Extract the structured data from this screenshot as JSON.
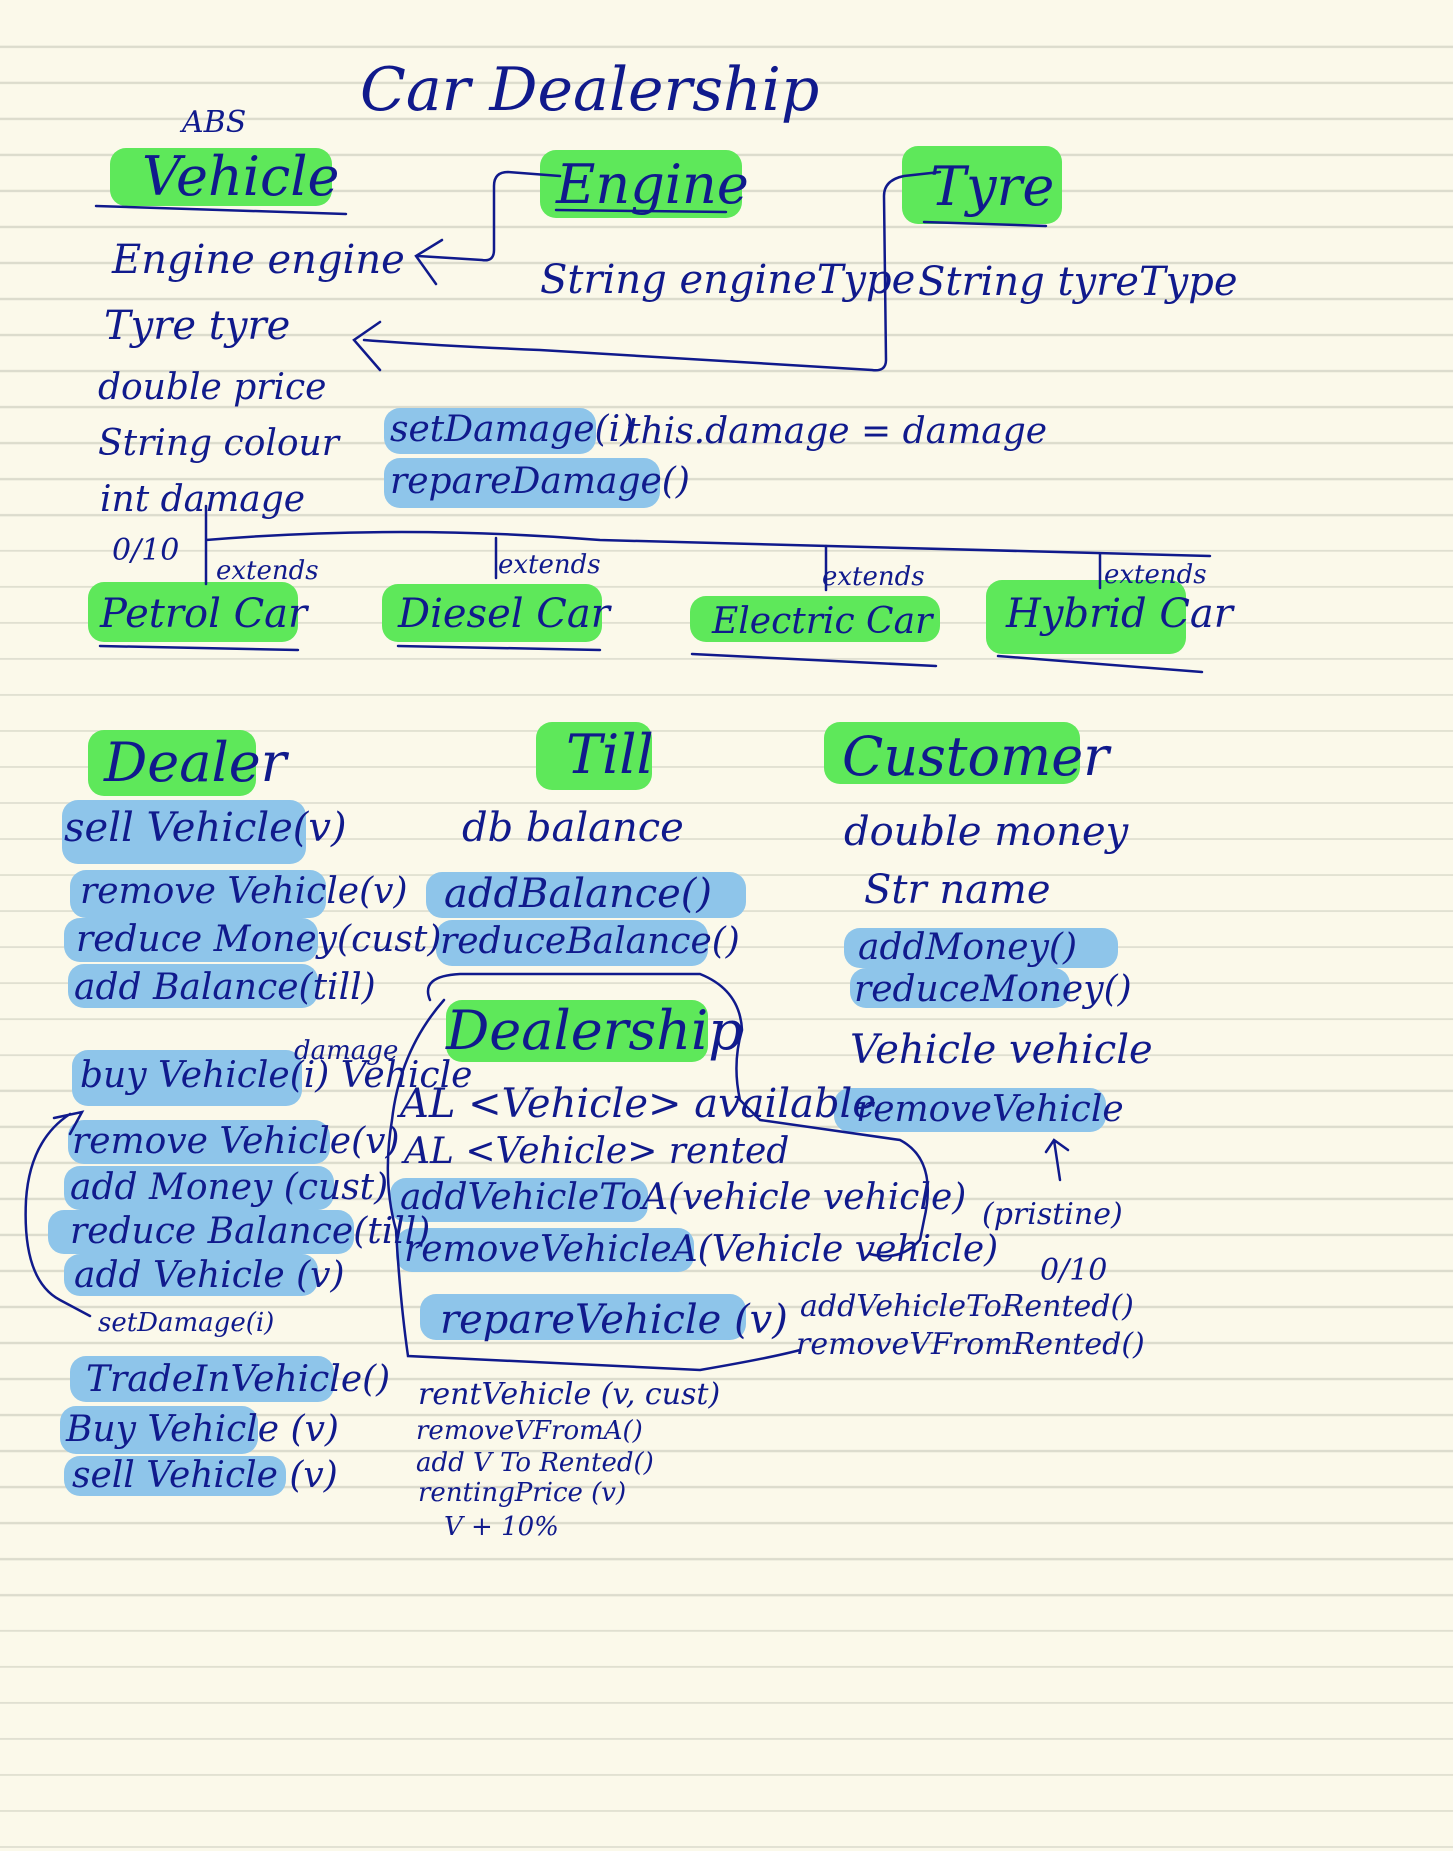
{
  "page_title": "Car Dealership",
  "colors": {
    "ink": "#101a8c",
    "class_highlight": "#5ee85a",
    "method_highlight": "#8ec5ea",
    "paper": "#fbf9ea"
  },
  "vehicle": {
    "stereotype": "ABS",
    "name": "Vehicle",
    "fields": [
      "Engine engine",
      "Tyre tyre",
      "double price",
      "String colour",
      "int damage",
      "0/10"
    ]
  },
  "engine": {
    "name": "Engine",
    "fields": [
      "String engineType"
    ]
  },
  "tyre": {
    "name": "Tyre",
    "fields": [
      "String tyreType"
    ]
  },
  "damage_methods": {
    "methods": [
      "setDamage(i)",
      "repareDamage()"
    ],
    "note": "this.damage = damage"
  },
  "subclasses": {
    "extends_label": "extends",
    "items": [
      "Petrol Car",
      "Diesel Car",
      "Electric Car",
      "Hybrid Car"
    ]
  },
  "dealer": {
    "name": "Dealer",
    "group1": [
      "sell Vehicle(v)",
      "remove Vehicle(v)",
      "reduce Money(cust)",
      "add Balance(till)"
    ],
    "group2": [
      "buy Vehicle(i) Vehicle",
      "remove Vehicle(v)",
      "add Money (cust)",
      "reduce Balance(till)",
      "add Vehicle (v)"
    ],
    "damage_note": "damage",
    "set_damage": "setDamage(i)",
    "group3": [
      "TradeInVehicle()",
      "Buy Vehicle (v)",
      "sell Vehicle (v)"
    ]
  },
  "till": {
    "name": "Till",
    "fields": [
      "db balance"
    ],
    "methods": [
      "addBalance()",
      "reduceBalance()"
    ]
  },
  "customer": {
    "name": "Customer",
    "fields": [
      "double money",
      "Str name"
    ],
    "methods": [
      "addMoney()",
      "reduceMoney()"
    ],
    "field2": "Vehicle vehicle",
    "method2": "removeVehicle",
    "state_note": "(pristine)",
    "state_scale": "0/10"
  },
  "dealership": {
    "name": "Dealership",
    "lists": [
      "AL <Vehicle> available",
      "AL <Vehicle> rented"
    ],
    "methods": [
      "addVehicleToA(vehicle vehicle)",
      "removeVehicleA(Vehicle vehicle)",
      "repareVehicle (v)"
    ],
    "rent_methods": [
      "addVehicleToRented()",
      "removeVFromRented()"
    ],
    "rent_block": [
      "rentVehicle (v, cust)",
      "removeVFromA()",
      "add V To Rented()",
      "rentingPrice (v)",
      "V + 10%"
    ]
  }
}
